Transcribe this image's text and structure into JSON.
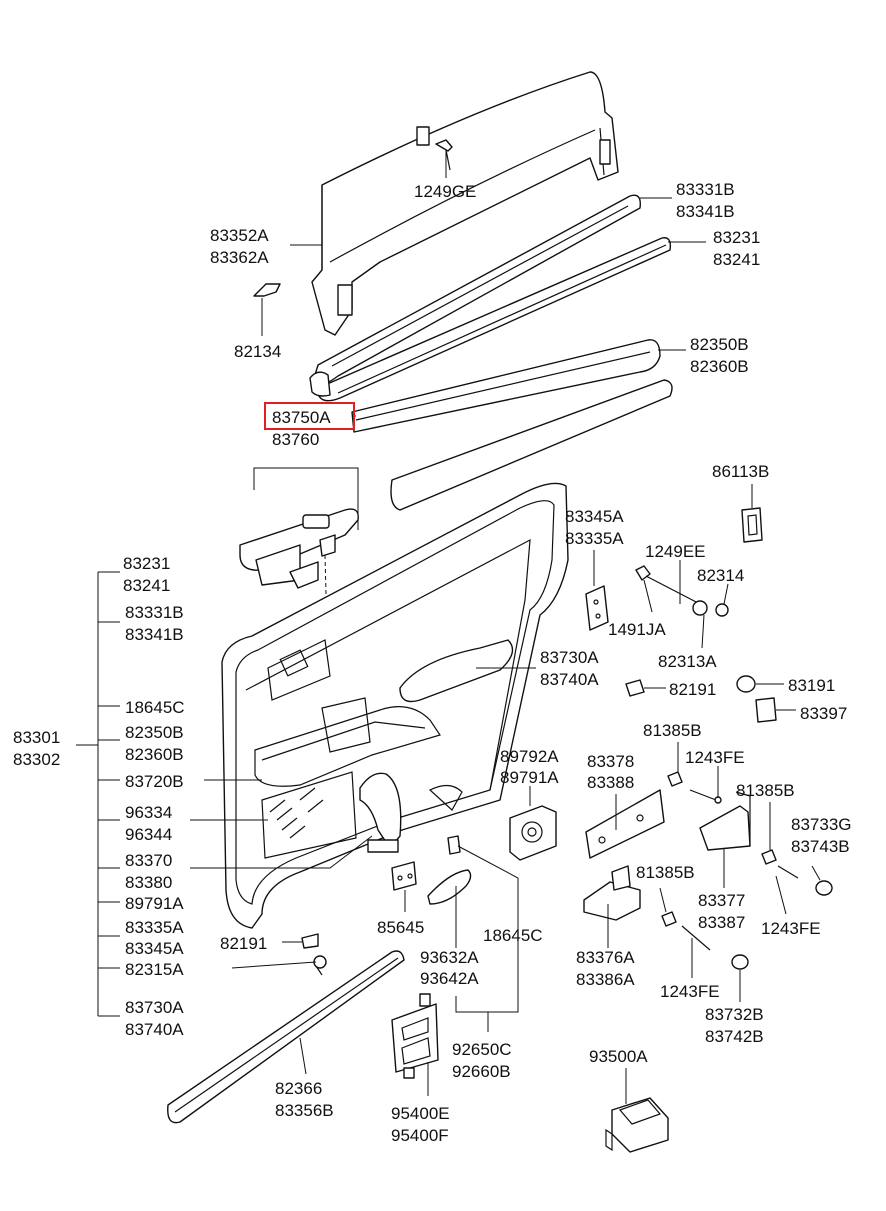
{
  "labels": {
    "l1249GE": "1249GE",
    "l83331B_top": "83331B",
    "l83341B_top": "83341B",
    "l83352A": "83352A",
    "l83362A": "83362A",
    "l83231_top": "83231",
    "l83241_top": "83241",
    "l82134": "82134",
    "l82350B_top": "82350B",
    "l82360B_top": "82360B",
    "l83750A": "83750A",
    "l83760": "83760",
    "l86113B": "86113B",
    "l83345A_top": "83345A",
    "l83335A_top": "83335A",
    "l1249EE": "1249EE",
    "l82314": "82314",
    "l1491JA": "1491JA",
    "l83730A_top": "83730A",
    "l83740A_top": "83740A",
    "l82313A": "82313A",
    "l82191_right": "82191",
    "l83191": "83191",
    "l83397": "83397",
    "l83301": "83301",
    "l83302": "83302",
    "b83231": "83231",
    "b83241": "83241",
    "b83331B": "83331B",
    "b83341B": "83341B",
    "b18645C": "18645C",
    "b82350B": "82350B",
    "b82360B": "82360B",
    "b83720B": "83720B",
    "b96334": "96334",
    "b96344": "96344",
    "b83370": "83370",
    "b83380": "83380",
    "b89791A": "89791A",
    "b83335A": "83335A",
    "b83345A": "83345A",
    "b82315A": "82315A",
    "b83730A": "83730A",
    "b83740A": "83740A",
    "l89792A": "89792A",
    "l89791A": "89791A",
    "l83378": "83378",
    "l83388": "83388",
    "l81385B_a": "81385B",
    "l1243FE_a": "1243FE",
    "l81385B_b": "81385B",
    "l83733G": "83733G",
    "l83743B": "83743B",
    "l81385B_c": "81385B",
    "l83377": "83377",
    "l83387": "83387",
    "l1243FE_b": "1243FE",
    "l85645": "85645",
    "l82191_left": "82191",
    "l93632A": "93632A",
    "l93642A": "93642A",
    "l18645C": "18645C",
    "l83376A": "83376A",
    "l83386A": "83386A",
    "l1243FE_c": "1243FE",
    "l83732B": "83732B",
    "l83742B": "83742B",
    "l92650C": "92650C",
    "l92660B": "92660B",
    "l93500A": "93500A",
    "l82366": "82366",
    "l83356B": "83356B",
    "l95400E": "95400E",
    "l95400F": "95400F"
  },
  "highlight": {
    "part_number": "83750A",
    "color": "#e02020"
  },
  "colors": {
    "ink": "#111111",
    "background": "#ffffff"
  }
}
